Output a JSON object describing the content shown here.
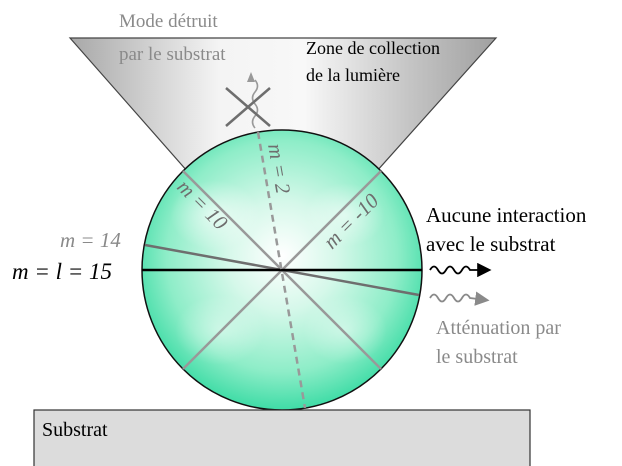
{
  "labels": {
    "destroyed_mode": [
      "Mode détruit",
      "par le substrat"
    ],
    "collection_zone": [
      "Zone de collection",
      "de la lumière"
    ],
    "no_interaction": [
      "Aucune interaction",
      "avec le substrat"
    ],
    "attenuation": [
      "Atténuation par",
      "le substrat"
    ],
    "substrate": "Substrat"
  },
  "modes": {
    "m14": "m = 14",
    "m15": "m = l = 15",
    "m10": "m = 10",
    "m2": "m = 2",
    "m_neg10": "m = -10"
  },
  "colors": {
    "sphere_center": "#ffffff",
    "sphere_mid": "#a8f0d4",
    "sphere_edge": "#2ed89e",
    "cone_dark": "#999999",
    "cone_light": "#f2f2f2",
    "substrate_fill": "#dcdcdc",
    "gray_text": "#8a8a8a",
    "gray_line": "#9a9a9a",
    "dark_line": "#6e6e6e",
    "black": "#000000"
  }
}
